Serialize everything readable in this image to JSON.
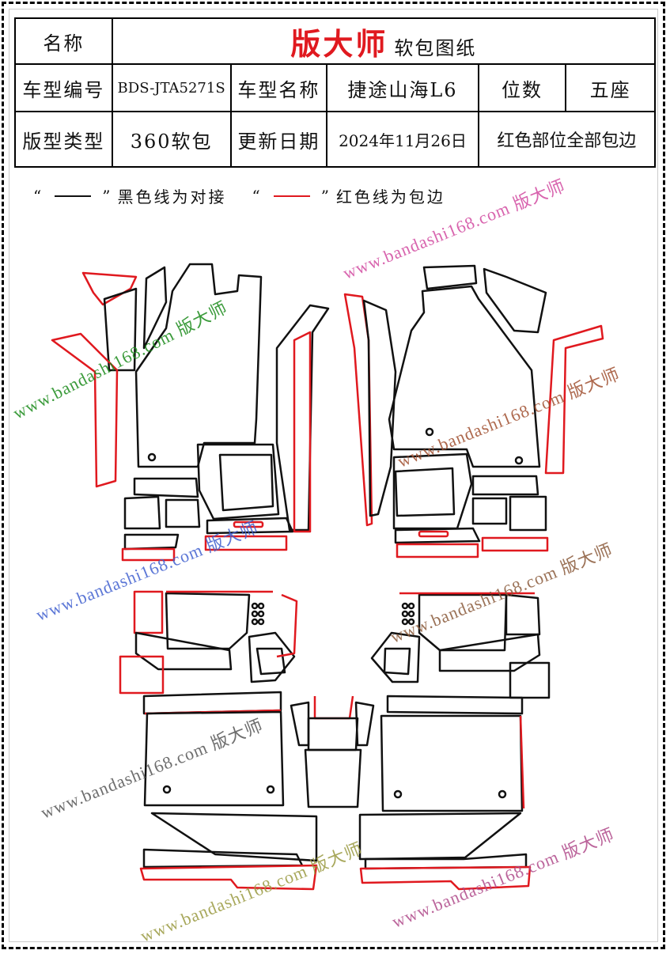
{
  "header": {
    "name_label": "名称",
    "brand": "版大师",
    "brand_sub": "软包图纸",
    "model_code_label": "车型编号",
    "model_code": "BDS-JTA5271S",
    "model_name_label": "车型名称",
    "model_name": "捷途山海L6",
    "seats_label": "位数",
    "seats": "五座",
    "type_label": "版型类型",
    "type": "360软包",
    "update_label": "更新日期",
    "update_date": "2024年11月26日",
    "note": "红色部位全部包边"
  },
  "legend": {
    "open_quote": "“",
    "close_quote": "”",
    "black_text": "黑色线为对接",
    "red_text": "红色线为包边"
  },
  "watermark": {
    "text": "www.bandashi168.com 版大师",
    "colors": [
      "#1a8a1a",
      "#d24aa0",
      "#a05030",
      "#4060d0",
      "#8a5a3a",
      "#555555",
      "#b04a8a",
      "#9a9a40"
    ]
  },
  "colors": {
    "outline": "#111111",
    "binding": "#e0191f"
  }
}
